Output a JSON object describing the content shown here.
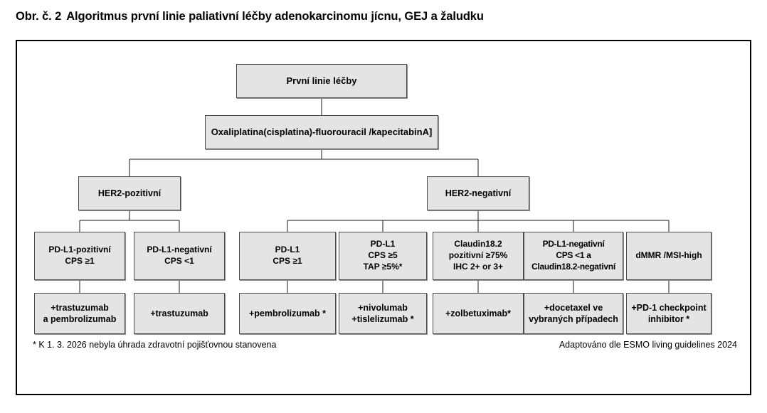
{
  "figure": {
    "label": "Obr. č. 2",
    "title": "Algoritmus první linie paliativní léčby adenokarcinomu jícnu, GEJ a žaludku"
  },
  "colors": {
    "node_fill": "#e4e4e4",
    "node_border": "#4a4a4a",
    "frame_border": "#000000",
    "text": "#000000"
  },
  "nodes": {
    "root": {
      "line1": "První linie léčby"
    },
    "regimen": {
      "line1": "Oxaliplatina(cisplatina)-fluorouracil /kapecitabinA]"
    },
    "her2_positive": {
      "line1": "HER2-pozitivní"
    },
    "her2_negative": {
      "line1": "HER2-negativní"
    },
    "biomarkers": [
      {
        "name": "pdl1-positive-cps1",
        "line1": "PD-L1-pozitivní",
        "line2": "CPS ≥1"
      },
      {
        "name": "pdl1-negative-cps-lt1",
        "line1": "PD-L1-negativní",
        "line2": "CPS <1"
      },
      {
        "name": "pdl1-cps1",
        "line1": "PD-L1",
        "line2": "CPS ≥1"
      },
      {
        "name": "pdl1-cps5-tap5",
        "line1": "PD-L1",
        "line2": "CPS ≥5",
        "line3": "TAP ≥5%*"
      },
      {
        "name": "claudin182-positive",
        "line1": "Claudin18.2",
        "line2": "pozitivní ≥75%",
        "line3": "IHC 2+ or 3+"
      },
      {
        "name": "pdl1-negative-claudin-negative",
        "line1": "PD-L1-negativní",
        "line2": "CPS <1 a",
        "line3": "Claudin18.2-negativní"
      },
      {
        "name": "dmmr-msi-high",
        "line1": "dMMR /MSI-high"
      }
    ],
    "therapies": [
      {
        "name": "trastuzumab-pembrolizumab",
        "line1": "+trastuzumab",
        "line2": "a pembrolizumab"
      },
      {
        "name": "trastuzumab",
        "line1": "+trastuzumab"
      },
      {
        "name": "pembrolizumab",
        "line1": "+pembrolizumab *"
      },
      {
        "name": "nivolumab-tislelizumab",
        "line1": "+nivolumab",
        "line2": "+tislelizumab *"
      },
      {
        "name": "zolbetuximab",
        "line1": "+zolbetuximab*"
      },
      {
        "name": "docetaxel",
        "line1": "+docetaxel ve",
        "line2": "vybraných případech"
      },
      {
        "name": "pd1-checkpoint-inhibitor",
        "line1": "+PD-1 checkpoint",
        "line2": "inhibitor *"
      }
    ]
  },
  "footnotes": {
    "asterisk": "* K 1. 3. 2026 nebyla úhrada zdravotní pojišťovnou stanovena",
    "source": "Adaptováno dle ESMO living guidelines 2024"
  }
}
